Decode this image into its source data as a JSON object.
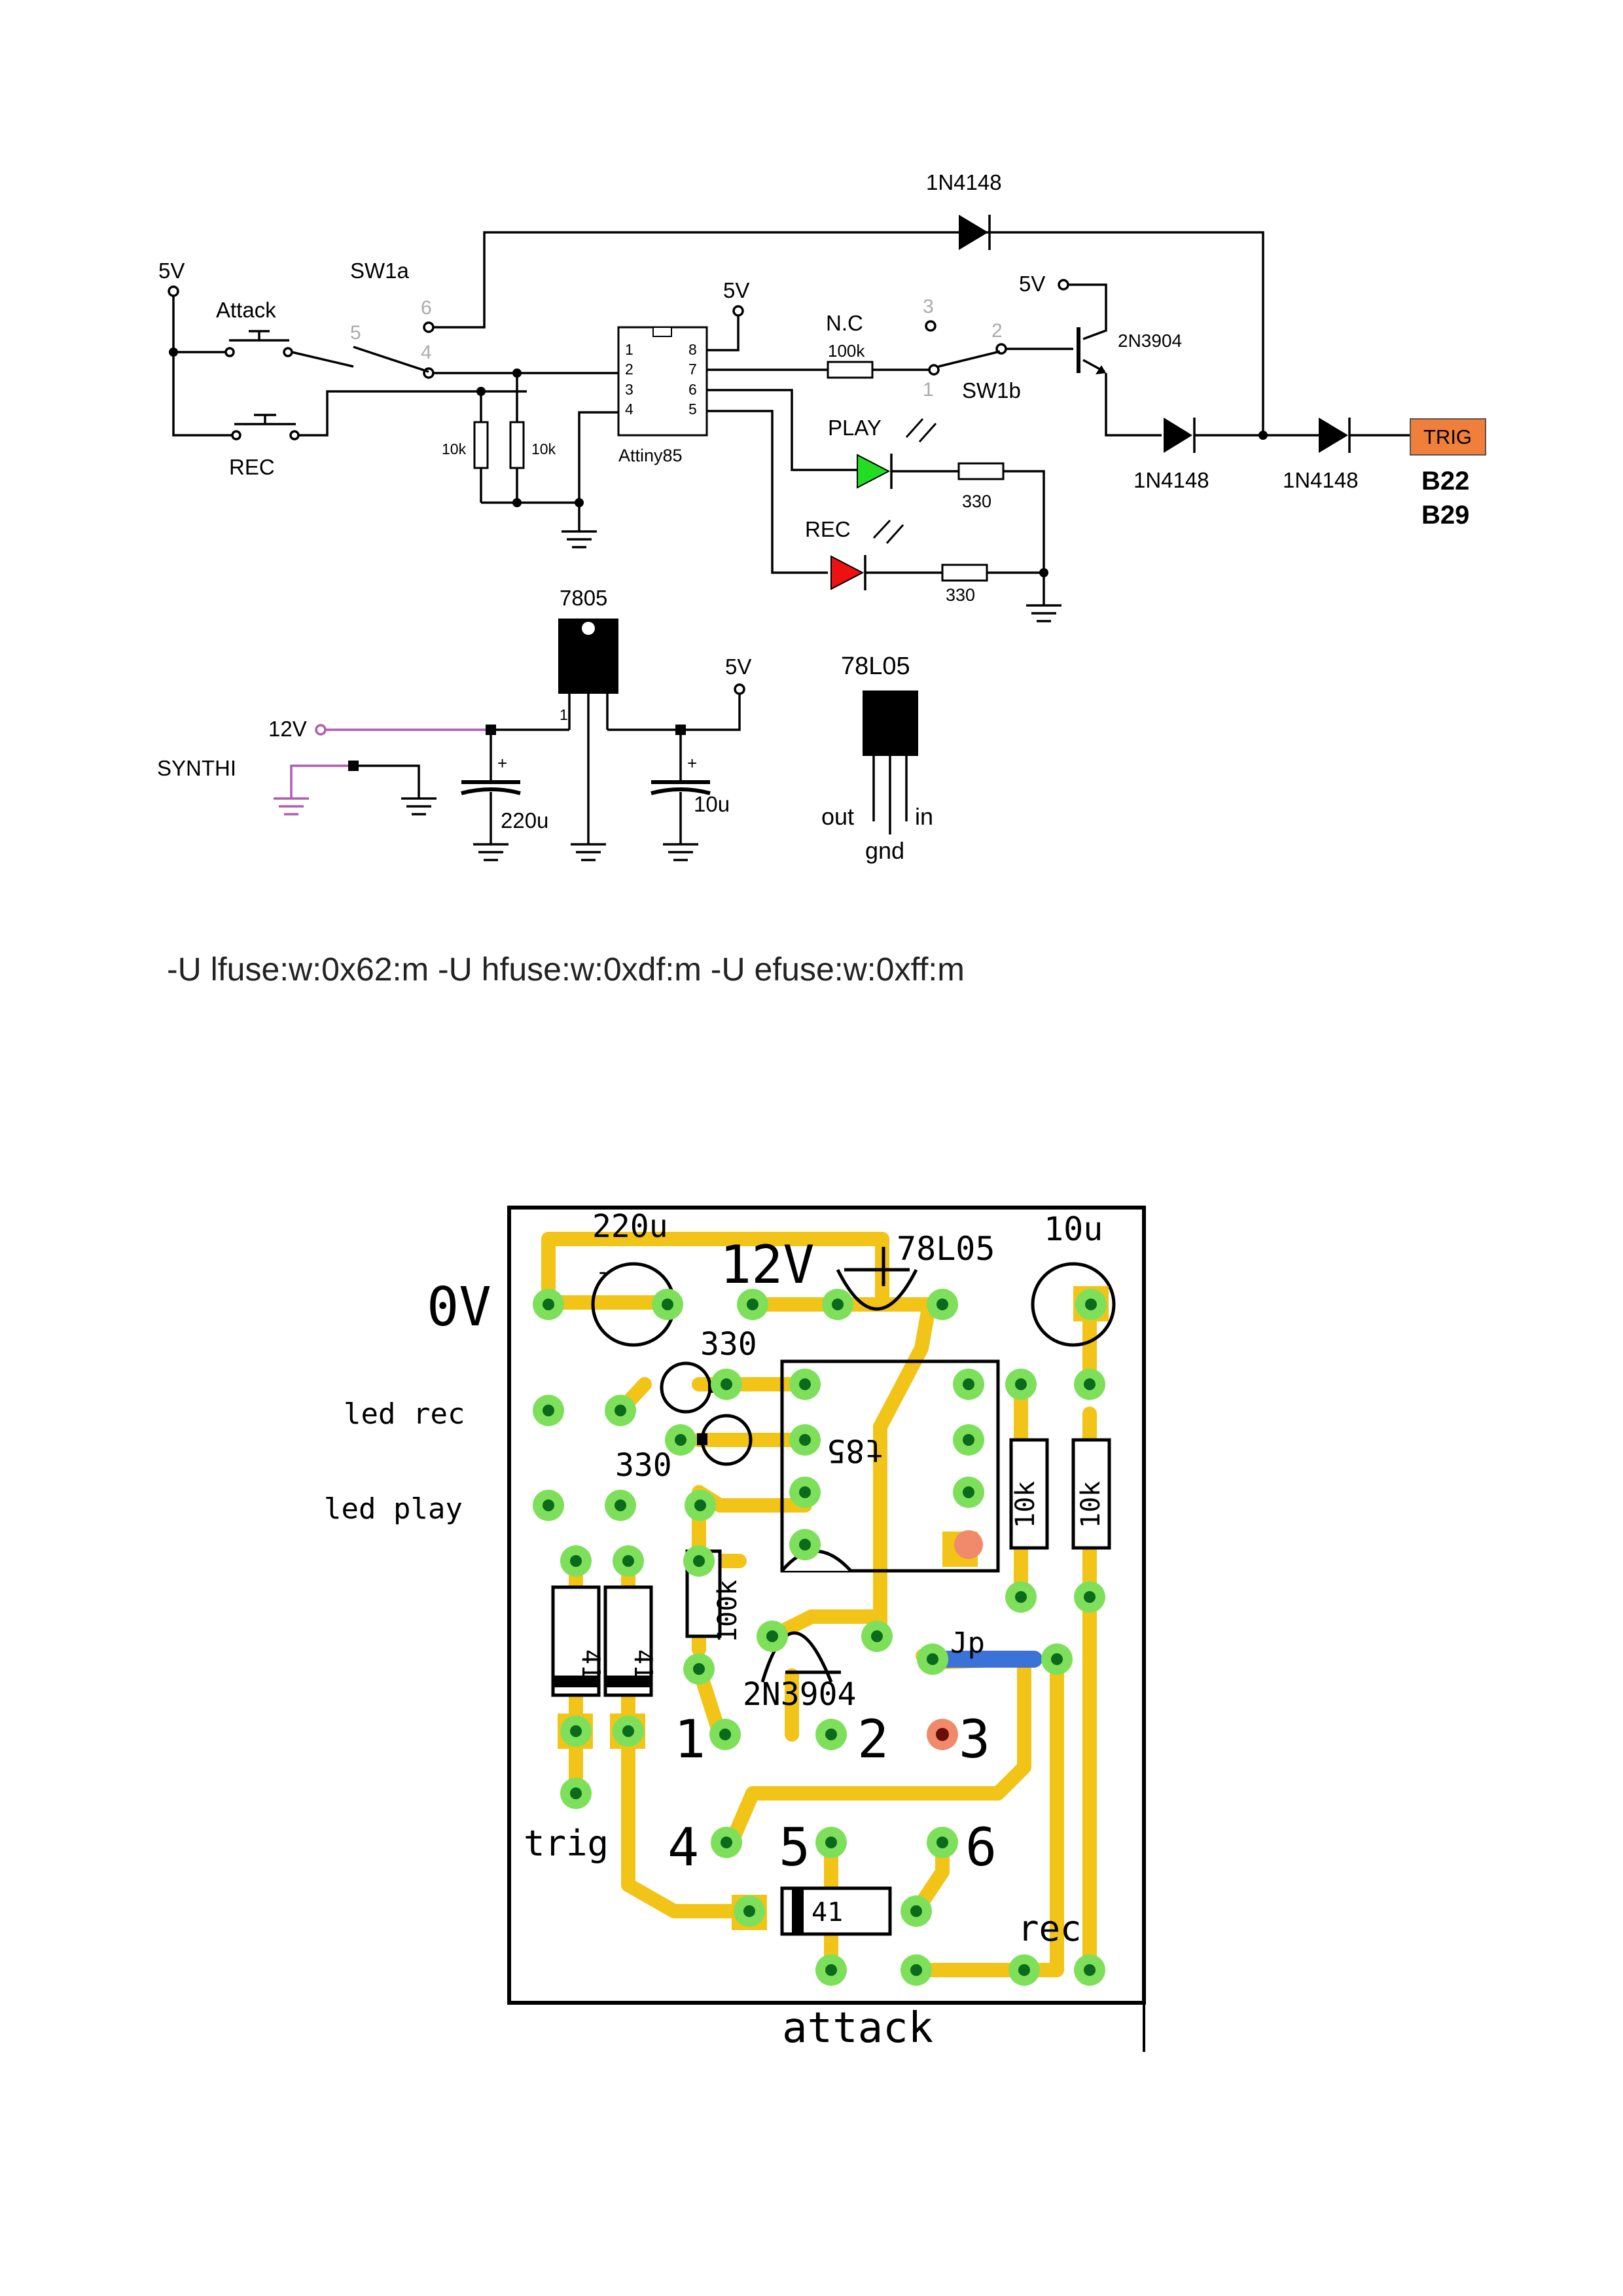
{
  "schematic": {
    "labels": {
      "top_diode": "1N4148",
      "five_v_left": "5V",
      "sw1a": "SW1a",
      "attack": "Attack",
      "rec_button": "REC",
      "pin6": "6",
      "pin5": "5",
      "pin4": "4",
      "five_v_ic": "5V",
      "nc": "N.C",
      "pin3": "3",
      "pin2": "2",
      "pin1": "1",
      "r100k": "100k",
      "sw1b": "SW1b",
      "five_v_tr": "5V",
      "transistor": "2N3904",
      "ic_name": "Attiny85",
      "r10k_a": "10k",
      "r10k_b": "10k",
      "play_led": "PLAY",
      "rec_led": "REC",
      "r330_a": "330",
      "r330_b": "330",
      "diode_b": "1N4148",
      "diode_c": "1N4148",
      "trig": "TRIG",
      "bus_b22": "B22",
      "bus_b29": "B29",
      "reg_7805": "7805",
      "five_v_reg": "5V",
      "twelve_v": "12V",
      "synthi": "SYNTHI",
      "c220": "220u",
      "c10": "10u",
      "reg_78l05": "78L05",
      "out": "out",
      "gnd": "gnd",
      "in": "in",
      "reg_pin1": "1"
    },
    "ic_pins_left": [
      "1",
      "2",
      "3",
      "4"
    ],
    "ic_pins_right": [
      "8",
      "7",
      "6",
      "5"
    ],
    "colors": {
      "trig": "#f07f3c",
      "play_led": "#22dd22",
      "rec_led": "#ee1111",
      "synthi_wire": "#b05cb0"
    }
  },
  "fuse_line": "-U lfuse:w:0x62:m -U hfuse:w:0xdf:m -U efuse:w:0xff:m",
  "pcb": {
    "silk": {
      "c220": "220u",
      "v12": "12V",
      "reg": "78L05",
      "c10": "10u",
      "ov": "0V",
      "r330_a": "330",
      "r330_b": "330",
      "ic": "t85",
      "r10k_a": "10k",
      "r10k_b": "10k",
      "led_rec": "led rec",
      "led_play": "led play",
      "r100k": "100k",
      "transistor": "2N3904",
      "jp": "Jp",
      "diode_a": "41",
      "diode_b": "41",
      "diode_c": "41",
      "n1": "1",
      "n2": "2",
      "n3": "3",
      "n4": "4",
      "n5": "5",
      "n6": "6",
      "trig": "trig",
      "rec": "rec",
      "attack": "attack"
    },
    "colors": {
      "trace": "#f2c418",
      "pad": "#7ee05a",
      "hole": "#0b6a1c",
      "jumper": "#3b72d8",
      "pad_red": "#f08a6a"
    }
  }
}
